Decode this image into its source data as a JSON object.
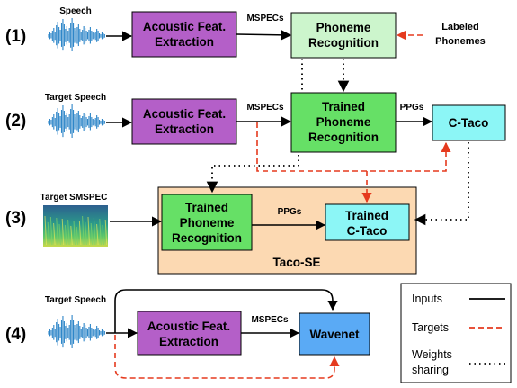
{
  "steps": [
    "(1)",
    "(2)",
    "(3)",
    "(4)"
  ],
  "inputs": {
    "speech": "Speech",
    "target_speech_2": "Target Speech",
    "target_smspec": "Target SMSPEC",
    "target_speech_4": "Target Speech"
  },
  "boxes": {
    "afe1": [
      "Acoustic Feat.",
      "Extraction"
    ],
    "pr1": [
      "Phoneme",
      "Recognition"
    ],
    "afe2": [
      "Acoustic Feat.",
      "Extraction"
    ],
    "tpr2": [
      "Trained",
      "Phoneme",
      "Recognition"
    ],
    "ctaco": [
      "C-Taco"
    ],
    "tpr3": [
      "Trained",
      "Phoneme",
      "Recognition"
    ],
    "tctaco": [
      "Trained",
      "C-Taco"
    ],
    "afe4": [
      "Acoustic Feat.",
      "Extraction"
    ],
    "wavenet": [
      "Wavenet"
    ]
  },
  "labels": {
    "mspecs1": "MSPECs",
    "mspecs2": "MSPECs",
    "ppgs2": "PPGs",
    "ppgs3": "PPGs",
    "mspecs4": "MSPECs",
    "labeled": [
      "Labeled",
      "Phonemes"
    ],
    "taco_se": "Taco-SE"
  },
  "legend": {
    "inputs": "Inputs",
    "targets": "Targets",
    "weights": [
      "Weights",
      "sharing"
    ]
  },
  "colors": {
    "purple": "#b45fc8",
    "green_light": "#ccf5cc",
    "green": "#66e066",
    "cyan": "#8cf6f6",
    "blue": "#5aaaf5",
    "peach": "#fcd9b2",
    "red": "#e53a1e",
    "wave": "#2e86c8"
  }
}
